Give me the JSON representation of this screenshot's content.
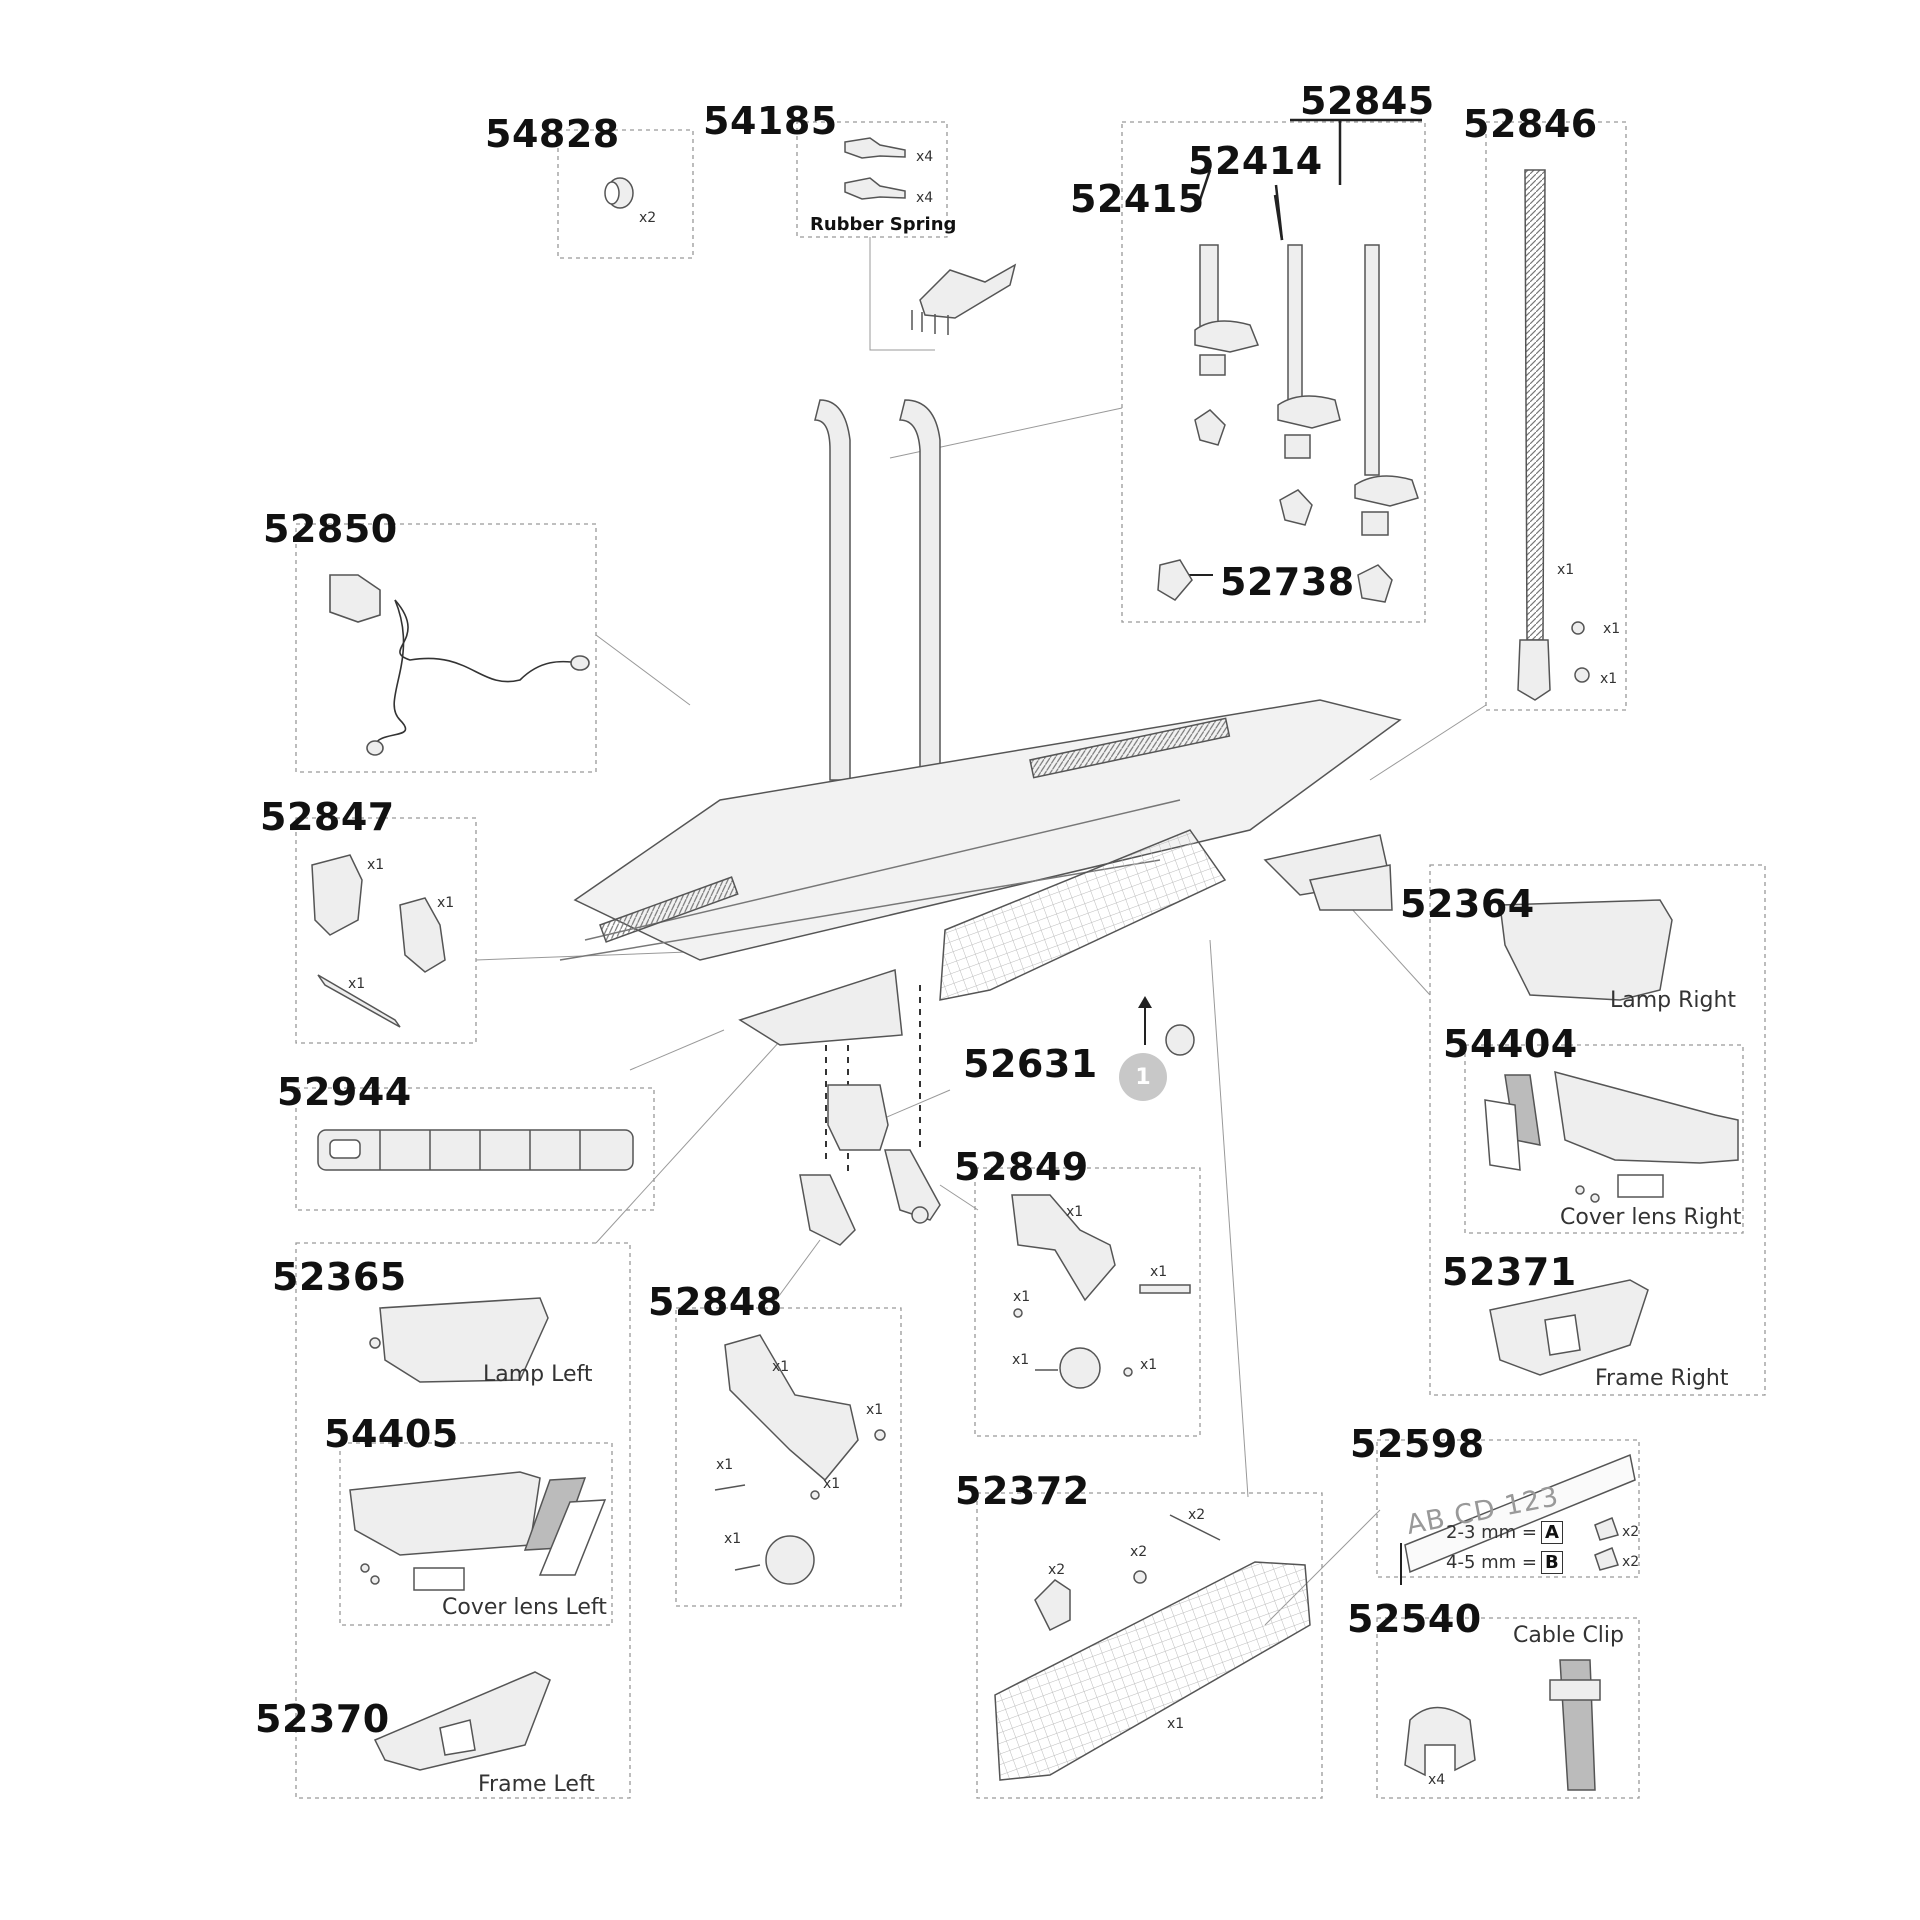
{
  "parts": [
    {
      "number": "54828",
      "qty": "x2"
    },
    {
      "number": "54185",
      "qty_a": "x4",
      "qty_b": "x4",
      "note": "Rubber Spring"
    },
    {
      "number": "52845"
    },
    {
      "number": "52414"
    },
    {
      "number": "52415"
    },
    {
      "number": "52738"
    },
    {
      "number": "52846",
      "qty_a": "x1",
      "qty_b": "x1",
      "qty_c": "x1"
    },
    {
      "number": "52850"
    },
    {
      "number": "52847",
      "qty_a": "x1",
      "qty_b": "x1",
      "qty_c": "x1"
    },
    {
      "number": "52944"
    },
    {
      "number": "52364",
      "label": "Lamp Right"
    },
    {
      "number": "54404",
      "label": "Cover lens Right"
    },
    {
      "number": "52631"
    },
    {
      "number": "52849",
      "qty_a": "x1",
      "qty_b": "x1",
      "qty_c": "x1",
      "qty_d": "x1",
      "qty_e": "x1"
    },
    {
      "number": "52371",
      "label": "Frame Right"
    },
    {
      "number": "52365",
      "label": "Lamp Left"
    },
    {
      "number": "52848",
      "qty_a": "x1",
      "qty_b": "x1",
      "qty_c": "x1",
      "qty_d": "x1",
      "qty_e": "x1"
    },
    {
      "number": "54405",
      "label": "Cover lens Left"
    },
    {
      "number": "52372",
      "qty_a": "x2",
      "qty_b": "x2",
      "qty_c": "x2",
      "qty_d": "x1"
    },
    {
      "number": "52598",
      "plate_text": "AB CD 123",
      "row_a": "2-3 mm =",
      "key_a": "A",
      "qty_a": "x2",
      "row_b": "4-5 mm =",
      "key_b": "B",
      "qty_b": "x2"
    },
    {
      "number": "52540",
      "label": "Cable Clip",
      "qty": "x4"
    },
    {
      "number": "52370",
      "label": "Frame Left"
    }
  ],
  "callout": "1"
}
